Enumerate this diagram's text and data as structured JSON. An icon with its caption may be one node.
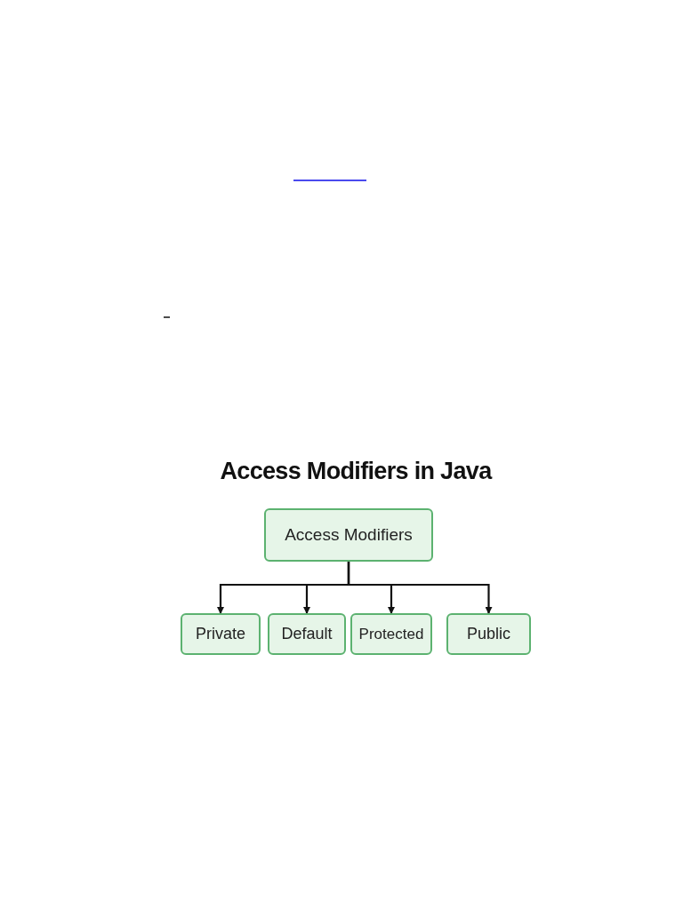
{
  "diagram": {
    "title": "Access Modifiers in Java",
    "nodes": [
      {
        "text": [
          "Access Modifiers"
        ]
      },
      {
        "text": [
          "Private"
        ]
      },
      {
        "text": [
          "Default"
        ]
      },
      {
        "text": [
          "Protected"
        ]
      },
      {
        "text": [
          "Public"
        ]
      }
    ],
    "edges": [
      {
        "from": 0,
        "to": 1,
        "arrow": "to"
      },
      {
        "from": 0,
        "to": 2,
        "arrow": "to"
      },
      {
        "from": 0,
        "to": 3,
        "arrow": "to"
      },
      {
        "from": 0,
        "to": 4,
        "arrow": "to"
      }
    ]
  }
}
